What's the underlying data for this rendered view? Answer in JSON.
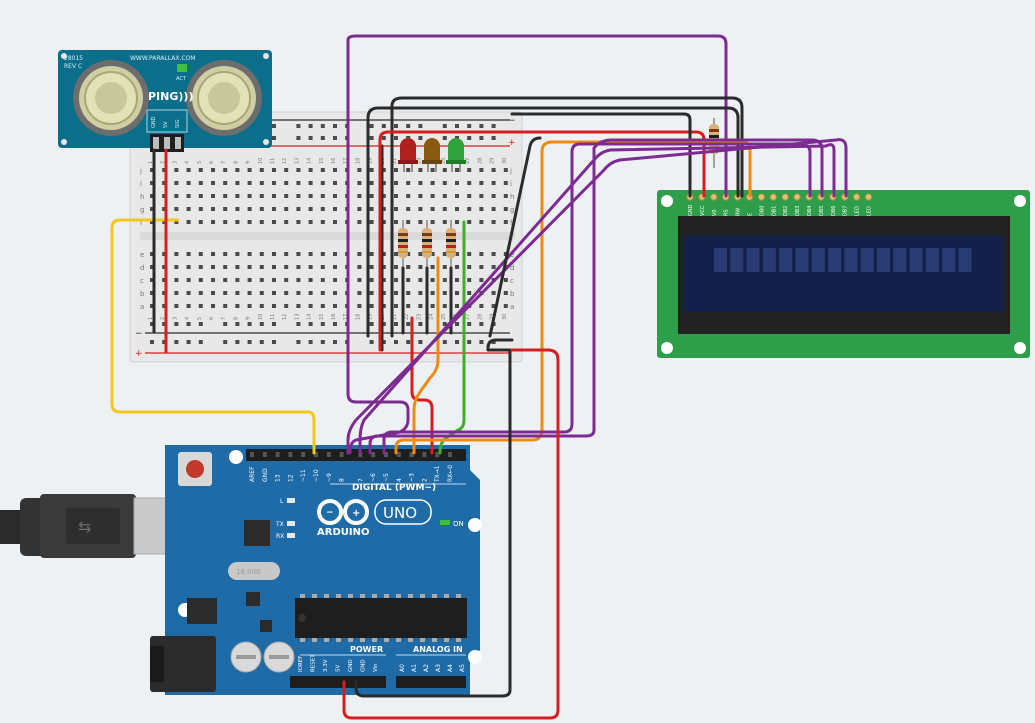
{
  "ping": {
    "model": "28015",
    "rev": "REV C",
    "url": "WWW.PARALLAX.COM",
    "brand": "PING)))",
    "act": "ACT",
    "pins": [
      "GND",
      "5V",
      "SIG"
    ]
  },
  "breadboard": {
    "columns_top": [
      "1",
      "2",
      "3",
      "4",
      "5",
      "6",
      "7",
      "8",
      "9",
      "10",
      "11",
      "12",
      "13",
      "14",
      "15",
      "16",
      "17",
      "18",
      "19",
      "20",
      "21",
      "22",
      "23",
      "24",
      "25",
      "26",
      "27",
      "28",
      "29",
      "30"
    ],
    "row_letters_top": [
      "j",
      "i",
      "h",
      "g",
      "f"
    ],
    "row_letters_bottom": [
      "e",
      "d",
      "c",
      "b",
      "a"
    ],
    "rail_minus": "−",
    "rail_plus": "+"
  },
  "leds": [
    {
      "name": "red-led",
      "color": "#b0221e"
    },
    {
      "name": "yellow-led",
      "color": "#8a5a12"
    },
    {
      "name": "green-led",
      "color": "#2fa33c"
    }
  ],
  "lcd": {
    "pins": [
      "GND",
      "VCC",
      "V0",
      "RS",
      "RW",
      "E",
      "DB0",
      "DB1",
      "DB2",
      "DB3",
      "DB4",
      "DB5",
      "DB6",
      "DB7",
      "LED",
      "LED"
    ],
    "char_count": 16
  },
  "arduino": {
    "logo_text": "ARDUINO",
    "uno_text": "UNO",
    "digital_label": "DIGITAL (PWM~)",
    "digital_pins": [
      "AREF",
      "GND",
      "13",
      "12",
      "~11",
      "~10",
      "~9",
      "8",
      "7",
      "~6",
      "~5",
      "4",
      "~3",
      "2",
      "TX→1",
      "RX←0"
    ],
    "led_labels": [
      "L",
      "TX",
      "RX"
    ],
    "on_label": "ON",
    "power_label": "POWER",
    "analog_label": "ANALOG IN",
    "power_pins": [
      "IOREF",
      "RESET",
      "3.3V",
      "5V",
      "GND",
      "GND",
      "Vin"
    ],
    "analog_pins": [
      "A0",
      "A1",
      "A2",
      "A3",
      "A4",
      "A5"
    ],
    "crystal_label": "16.000"
  },
  "colors": {
    "wire_yellow": "#f2c81c",
    "wire_red": "#d61e1e",
    "wire_black": "#2b2b2b",
    "wire_purple": "#7c2b91",
    "wire_orange": "#ef8a10",
    "wire_green": "#3fae2a",
    "arduino_blue": "#1f6ba8",
    "ping_teal": "#0b6f8c",
    "lcd_green": "#2f9e4a"
  }
}
